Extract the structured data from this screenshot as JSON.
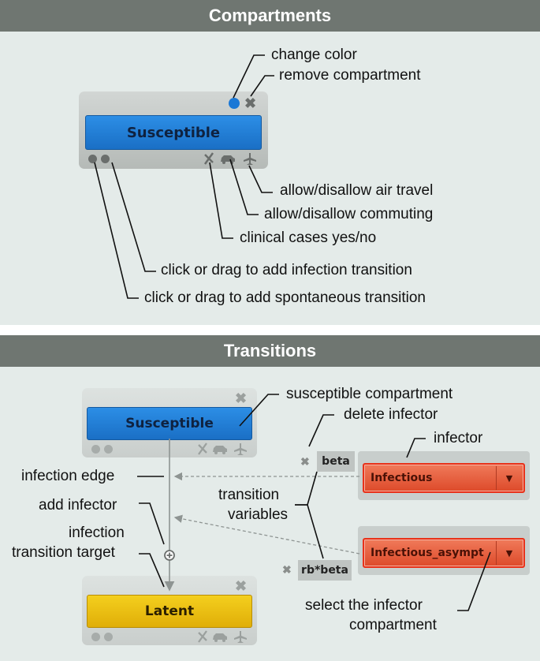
{
  "compartments_section": {
    "title": "Compartments",
    "compartment": {
      "name": "Susceptible",
      "close_glyph": "✖",
      "travel_icons": [
        "clinical-icon",
        "car-icon",
        "plane-icon"
      ]
    },
    "callouts": {
      "change_color": "change color",
      "remove_compartment": "remove compartment",
      "air_travel": "allow/disallow air travel",
      "commuting": "allow/disallow commuting",
      "clinical": "clinical cases yes/no",
      "infection_transition": "click or drag to add infection transition",
      "spontaneous_transition": "click or drag to add spontaneous transition"
    }
  },
  "transitions_section": {
    "title": "Transitions",
    "source_compartment": "Susceptible",
    "target_compartment": "Latent",
    "infectors": [
      {
        "name": "Infectious",
        "variable": "beta",
        "dropdown_glyph": "▼"
      },
      {
        "name": "Infectious_asympt",
        "variable": "rb*beta",
        "dropdown_glyph": "▼"
      }
    ],
    "delete_glyph": "✖",
    "add_glyph": "+",
    "callouts": {
      "susceptible_compartment": "susceptible compartment",
      "delete_infector": "delete infector",
      "infector": "infector",
      "infection_edge": "infection edge",
      "transition_variables_1": "transition",
      "transition_variables_2": "variables",
      "add_infector": "add infector",
      "infection_target_1": "infection",
      "infection_target_2": "transition target",
      "select_infector_1": "select the infector",
      "select_infector_2": "compartment"
    }
  },
  "colors": {
    "header_bg": "#6f7671",
    "panel_bg": "#e4ebe9",
    "compartment_blue": "#1f7fd8",
    "compartment_yellow": "#ecc012",
    "infector_red": "#e8321a"
  }
}
